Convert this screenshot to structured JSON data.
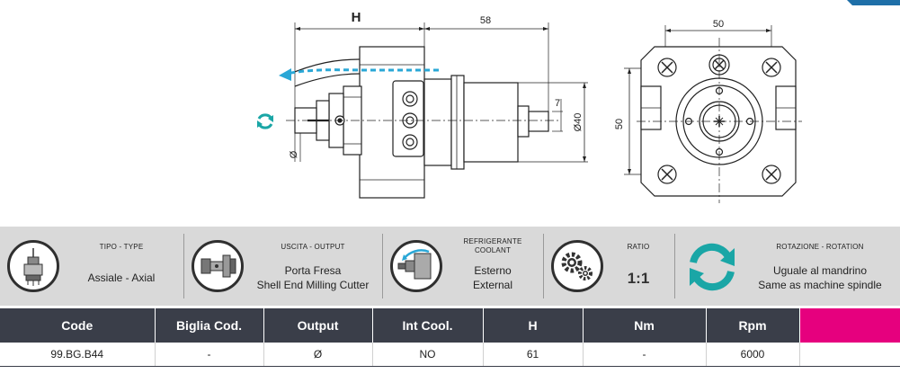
{
  "drawing": {
    "dim_h": "H",
    "dim_58": "58",
    "dim_7": "7",
    "dim_40": "Ø40",
    "dim_phi": "Ø",
    "dim_50_top": "50",
    "dim_50_side": "50",
    "accent_color": "#2aa7d6",
    "rotation_color": "#1aa6a6"
  },
  "specs": [
    {
      "caption": "TIPO - TYPE",
      "value": "Assiale - Axial"
    },
    {
      "caption": "USCITA - OUTPUT",
      "value_line1": "Porta Fresa",
      "value_line2": "Shell End Milling Cutter"
    },
    {
      "caption_line1": "REFRIGERANTE",
      "caption_line2": "COOLANT",
      "value_line1": "Esterno",
      "value_line2": "External"
    },
    {
      "caption": "RATIO",
      "value": "1:1"
    },
    {
      "caption": "ROTAZIONE - ROTATION",
      "value_line1": "Uguale al mandrino",
      "value_line2": "Same as machine spindle"
    }
  ],
  "table": {
    "headers": [
      "Code",
      "Biglia Cod.",
      "Output",
      "Int Cool.",
      "H",
      "Nm",
      "Rpm"
    ],
    "row": [
      "99.BG.B44",
      "-",
      "Ø",
      "NO",
      "61",
      "-",
      "6000"
    ]
  }
}
